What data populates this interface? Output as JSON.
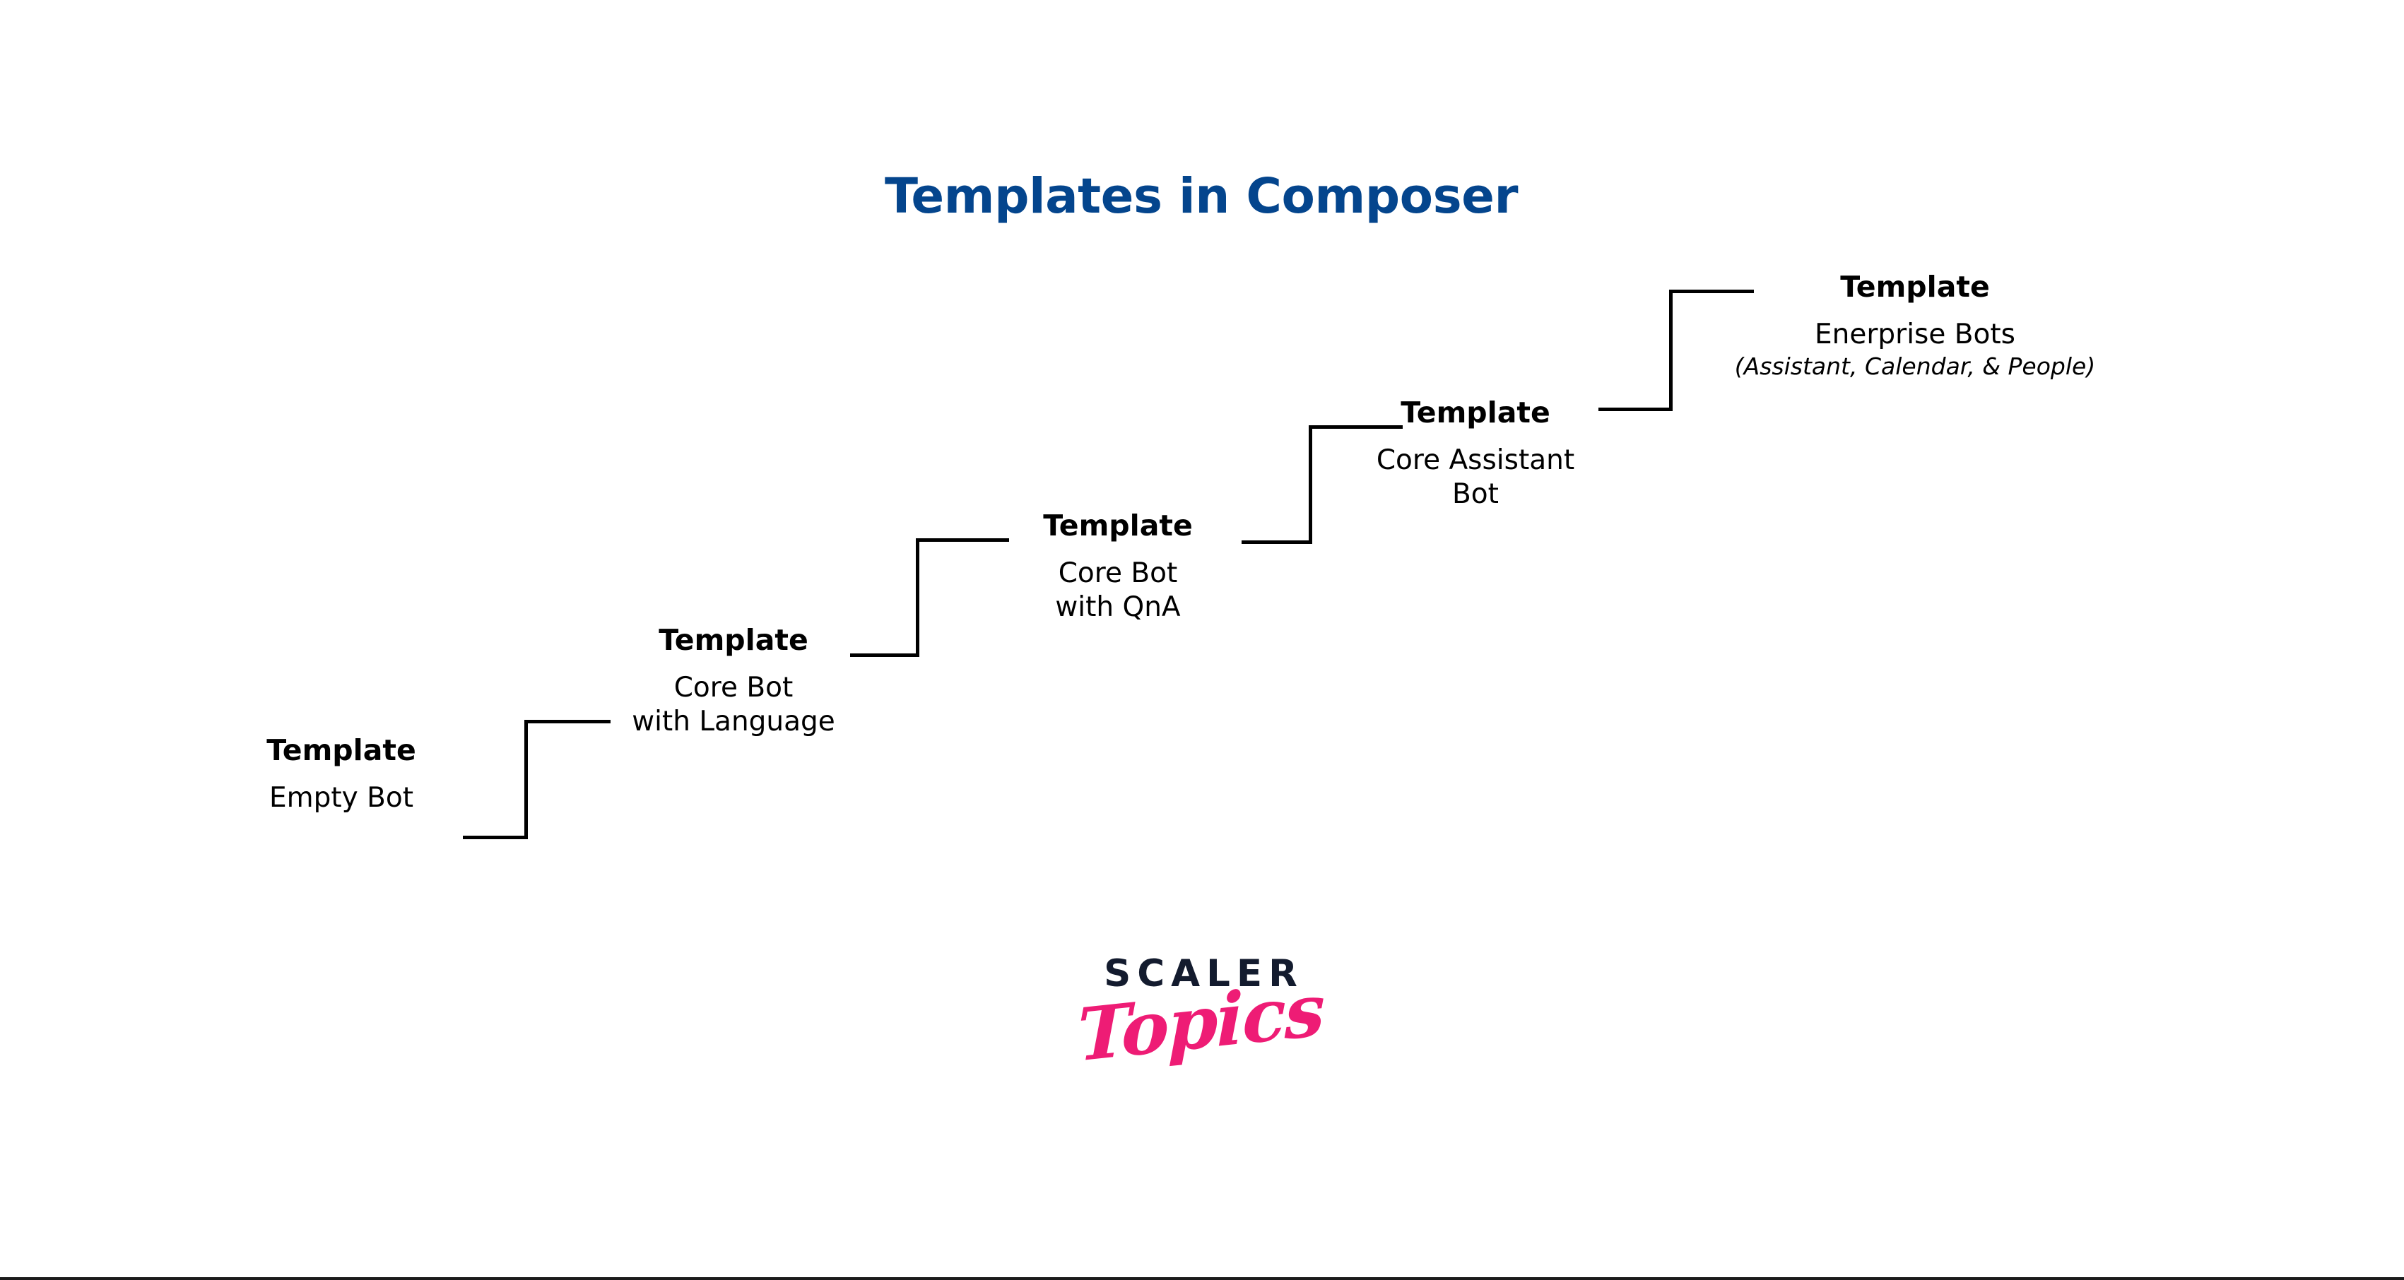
{
  "title": "Templates in Composer",
  "colors": {
    "title_blue": "#04458D",
    "text_black": "#000000",
    "connector_black": "#000000",
    "logo_navy": "#131B2E",
    "logo_pink": "#EE1C75",
    "background": "#FFFFFF",
    "bottom_border": "#1B1B1B"
  },
  "diagram": {
    "type": "staircase-progression",
    "direction": "bottom-left to top-right",
    "step_count": 5,
    "steps": [
      {
        "index": 1,
        "label": "Template",
        "description_lines": [
          "Empty Bot"
        ],
        "note": ""
      },
      {
        "index": 2,
        "label": "Template",
        "description_lines": [
          "Core Bot",
          "with Language"
        ],
        "note": ""
      },
      {
        "index": 3,
        "label": "Template",
        "description_lines": [
          "Core Bot",
          "with QnA"
        ],
        "note": ""
      },
      {
        "index": 4,
        "label": "Template",
        "description_lines": [
          "Core Assistant",
          "Bot"
        ],
        "note": ""
      },
      {
        "index": 5,
        "label": "Template",
        "description_lines": [
          "Enerprise Bots"
        ],
        "note": "(Assistant, Calendar, & People)"
      }
    ],
    "connectors": [
      {
        "index": 1,
        "from_step": 1,
        "to_step": 2,
        "shape": "elbow-step-up"
      },
      {
        "index": 2,
        "from_step": 2,
        "to_step": 3,
        "shape": "elbow-step-up"
      },
      {
        "index": 3,
        "from_step": 3,
        "to_step": 4,
        "shape": "elbow-step-up"
      },
      {
        "index": 4,
        "from_step": 4,
        "to_step": 5,
        "shape": "elbow-step-up"
      }
    ]
  },
  "logo": {
    "wordmark": "SCALER",
    "script": "Topics"
  }
}
